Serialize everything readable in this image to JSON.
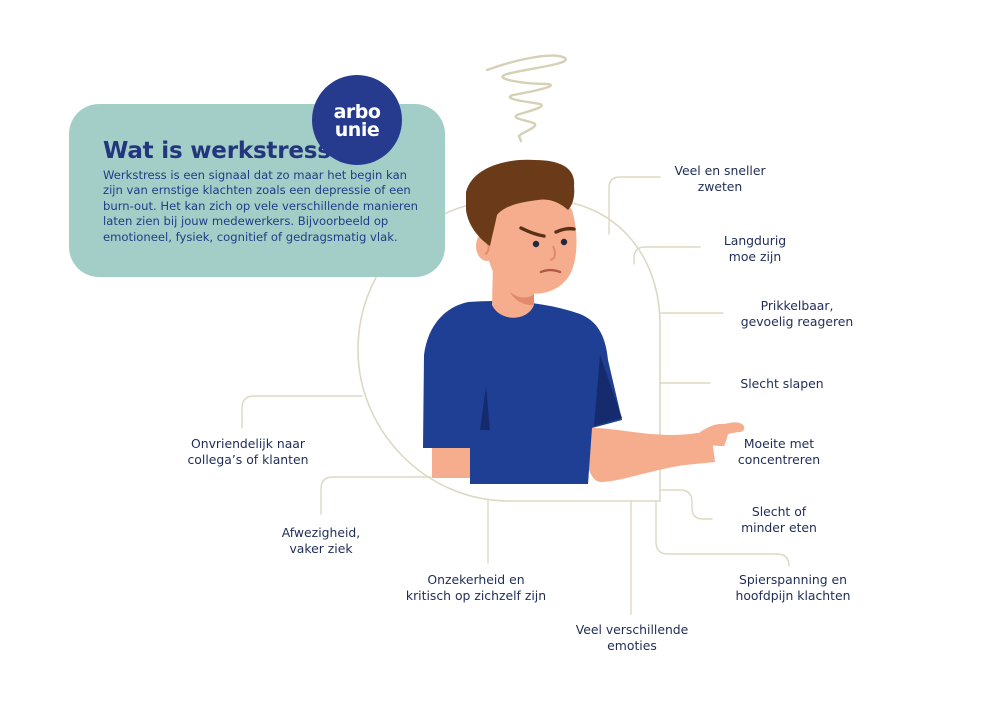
{
  "brand": {
    "line1": "arbo",
    "line2": "unie"
  },
  "intro": {
    "title": "Wat is werkstress?",
    "lines": [
      "Werkstress is een signaal dat zo maar het begin kan",
      "zijn van ernstige klachten zoals een depressie of een",
      "burn-out. Het kan zich op vele verschillende manieren",
      "laten zien bij jouw medewerkers. Bijvoorbeeld op",
      "emotioneel, fysiek, cognitief of gedragsmatig vlak."
    ]
  },
  "signals": {
    "sweating": [
      "Veel en sneller",
      "zweten"
    ],
    "tired": [
      "Langdurig",
      "moe zijn"
    ],
    "irritable": [
      "Prikkelbaar,",
      "gevoelig reageren"
    ],
    "sleep": [
      "Slecht slapen"
    ],
    "concentration": [
      "Moeite met",
      "concentreren"
    ],
    "eating": [
      "Slecht of",
      "minder eten"
    ],
    "tension": [
      "Spierspanning en",
      "hoofdpijn klachten"
    ],
    "emotions": [
      "Veel verschillende",
      "emoties"
    ],
    "insecurity": [
      "Onzekerheid en",
      "kritisch op zichzelf zijn"
    ],
    "absence": [
      "Afwezigheid,",
      "vaker ziek"
    ],
    "unfriendly": [
      "Onvriendelijk naar",
      "collega’s of klanten"
    ]
  },
  "colors": {
    "info_box": "#a3cec7",
    "brand": "#263b8d",
    "shirt": "#1e3f93",
    "hair": "#6b3a19",
    "skin": "#f5ad8e",
    "connector": "#ddd8c4"
  }
}
